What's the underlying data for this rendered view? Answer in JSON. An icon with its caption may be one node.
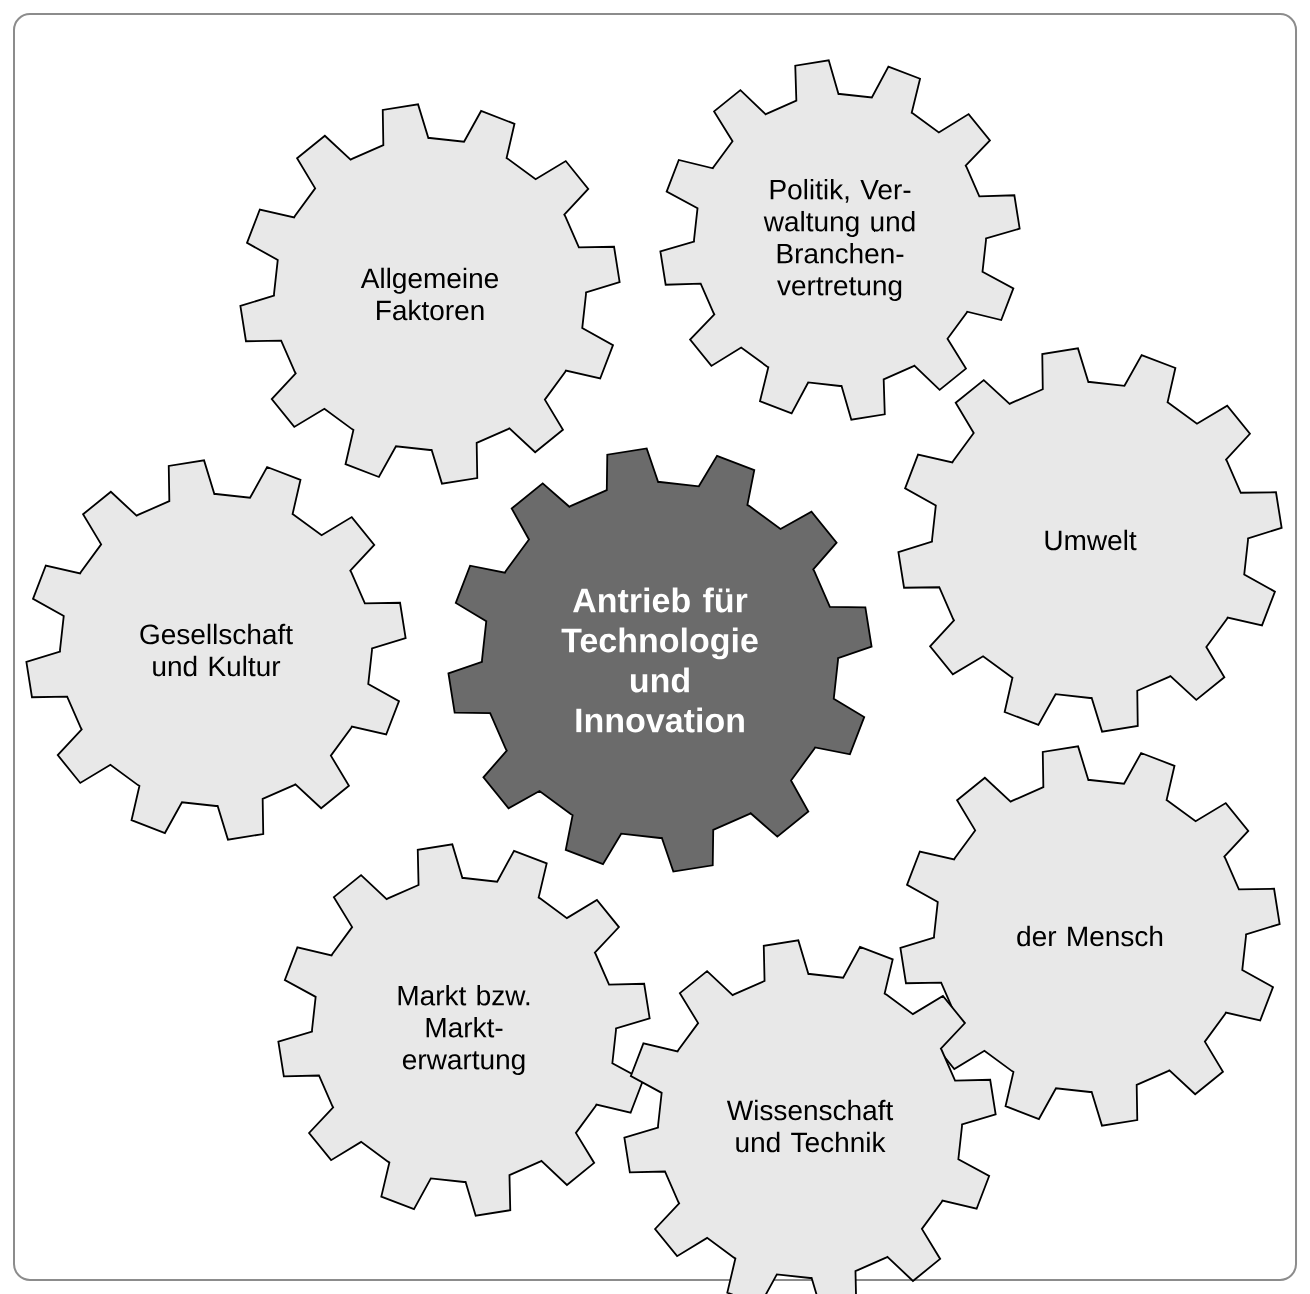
{
  "diagram": {
    "nodes": [
      {
        "text": [
          "Allgemeine Faktoren"
        ]
      },
      {
        "text": [
          "Politik, Ver- waltung und Branchen- vertretung"
        ]
      },
      {
        "text": [
          "Umwelt"
        ]
      },
      {
        "text": [
          "Gesellschaft und Kultur"
        ]
      },
      {
        "text": [
          "Antrieb für Technologie und Innovation"
        ]
      },
      {
        "text": [
          "der Mensch"
        ]
      },
      {
        "text": [
          "Markt bzw. Markt- erwartung"
        ]
      },
      {
        "text": [
          "Wissenschaft und Technik"
        ]
      }
    ]
  }
}
